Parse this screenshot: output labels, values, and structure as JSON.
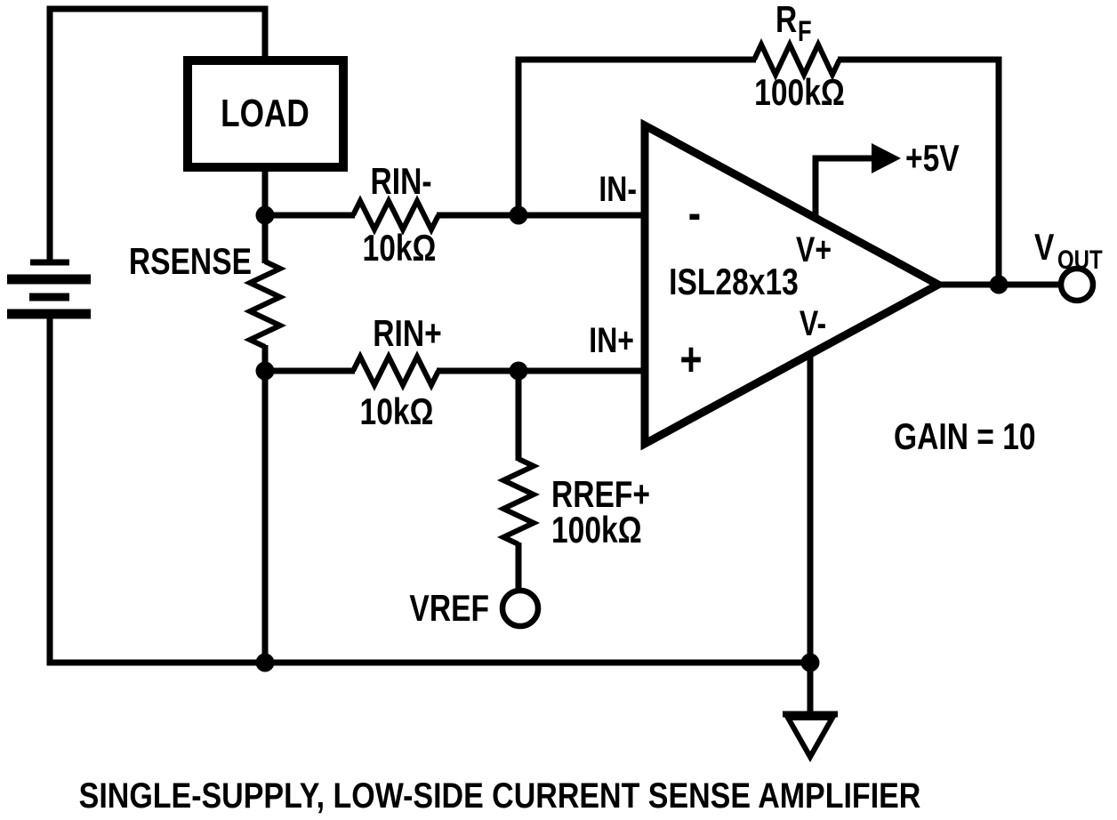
{
  "caption": "SINGLE-SUPPLY, LOW-SIDE CURRENT SENSE AMPLIFIER",
  "colors": {
    "ink": "#000000",
    "paper": "#ffffff"
  },
  "load": {
    "label": "LOAD"
  },
  "rsense": {
    "label": "RSENSE"
  },
  "rin_minus": {
    "label": "RIN-",
    "value": "10kΩ"
  },
  "rin_plus": {
    "label": "RIN+",
    "value": "10kΩ"
  },
  "rf": {
    "name": "R",
    "sub": "F",
    "value": "100kΩ"
  },
  "rref": {
    "label": "RREF+",
    "value": "100kΩ"
  },
  "vref": {
    "label": "VREF"
  },
  "opamp": {
    "part": "ISL28x13",
    "minus_sign": "-",
    "plus_sign": "+",
    "vplus": "V+",
    "vminus": "V-",
    "in_minus": "IN-",
    "in_plus": "IN+"
  },
  "supply": {
    "label": "+5V"
  },
  "vout": {
    "name": "V",
    "sub": "OUT"
  },
  "gain": {
    "label": "GAIN = 10"
  }
}
